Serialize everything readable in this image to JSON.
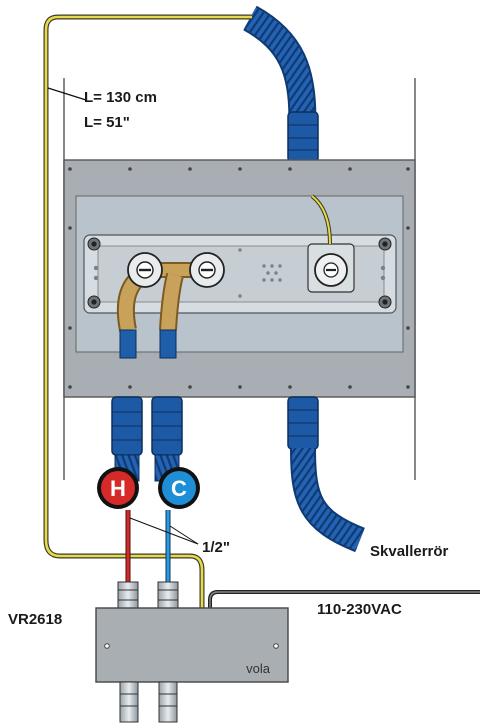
{
  "labels": {
    "cable_length_cm": "L= 130 cm",
    "cable_length_in": "L= 51\"",
    "overflow_pipe": "Skvallerrör",
    "pipe_size": "1/2\"",
    "model": "VR2618",
    "voltage": "110-230VAC",
    "brand": "vola"
  },
  "badges": {
    "hot": "H",
    "cold": "C"
  },
  "colors": {
    "hot": "#d62a2a",
    "cold": "#1e8fd6",
    "cable": "#e8d94a",
    "hose": "#1f5ea8",
    "brass": "#c8a15a",
    "panel": "#b9c3cb",
    "box": "#a8aeb3"
  }
}
